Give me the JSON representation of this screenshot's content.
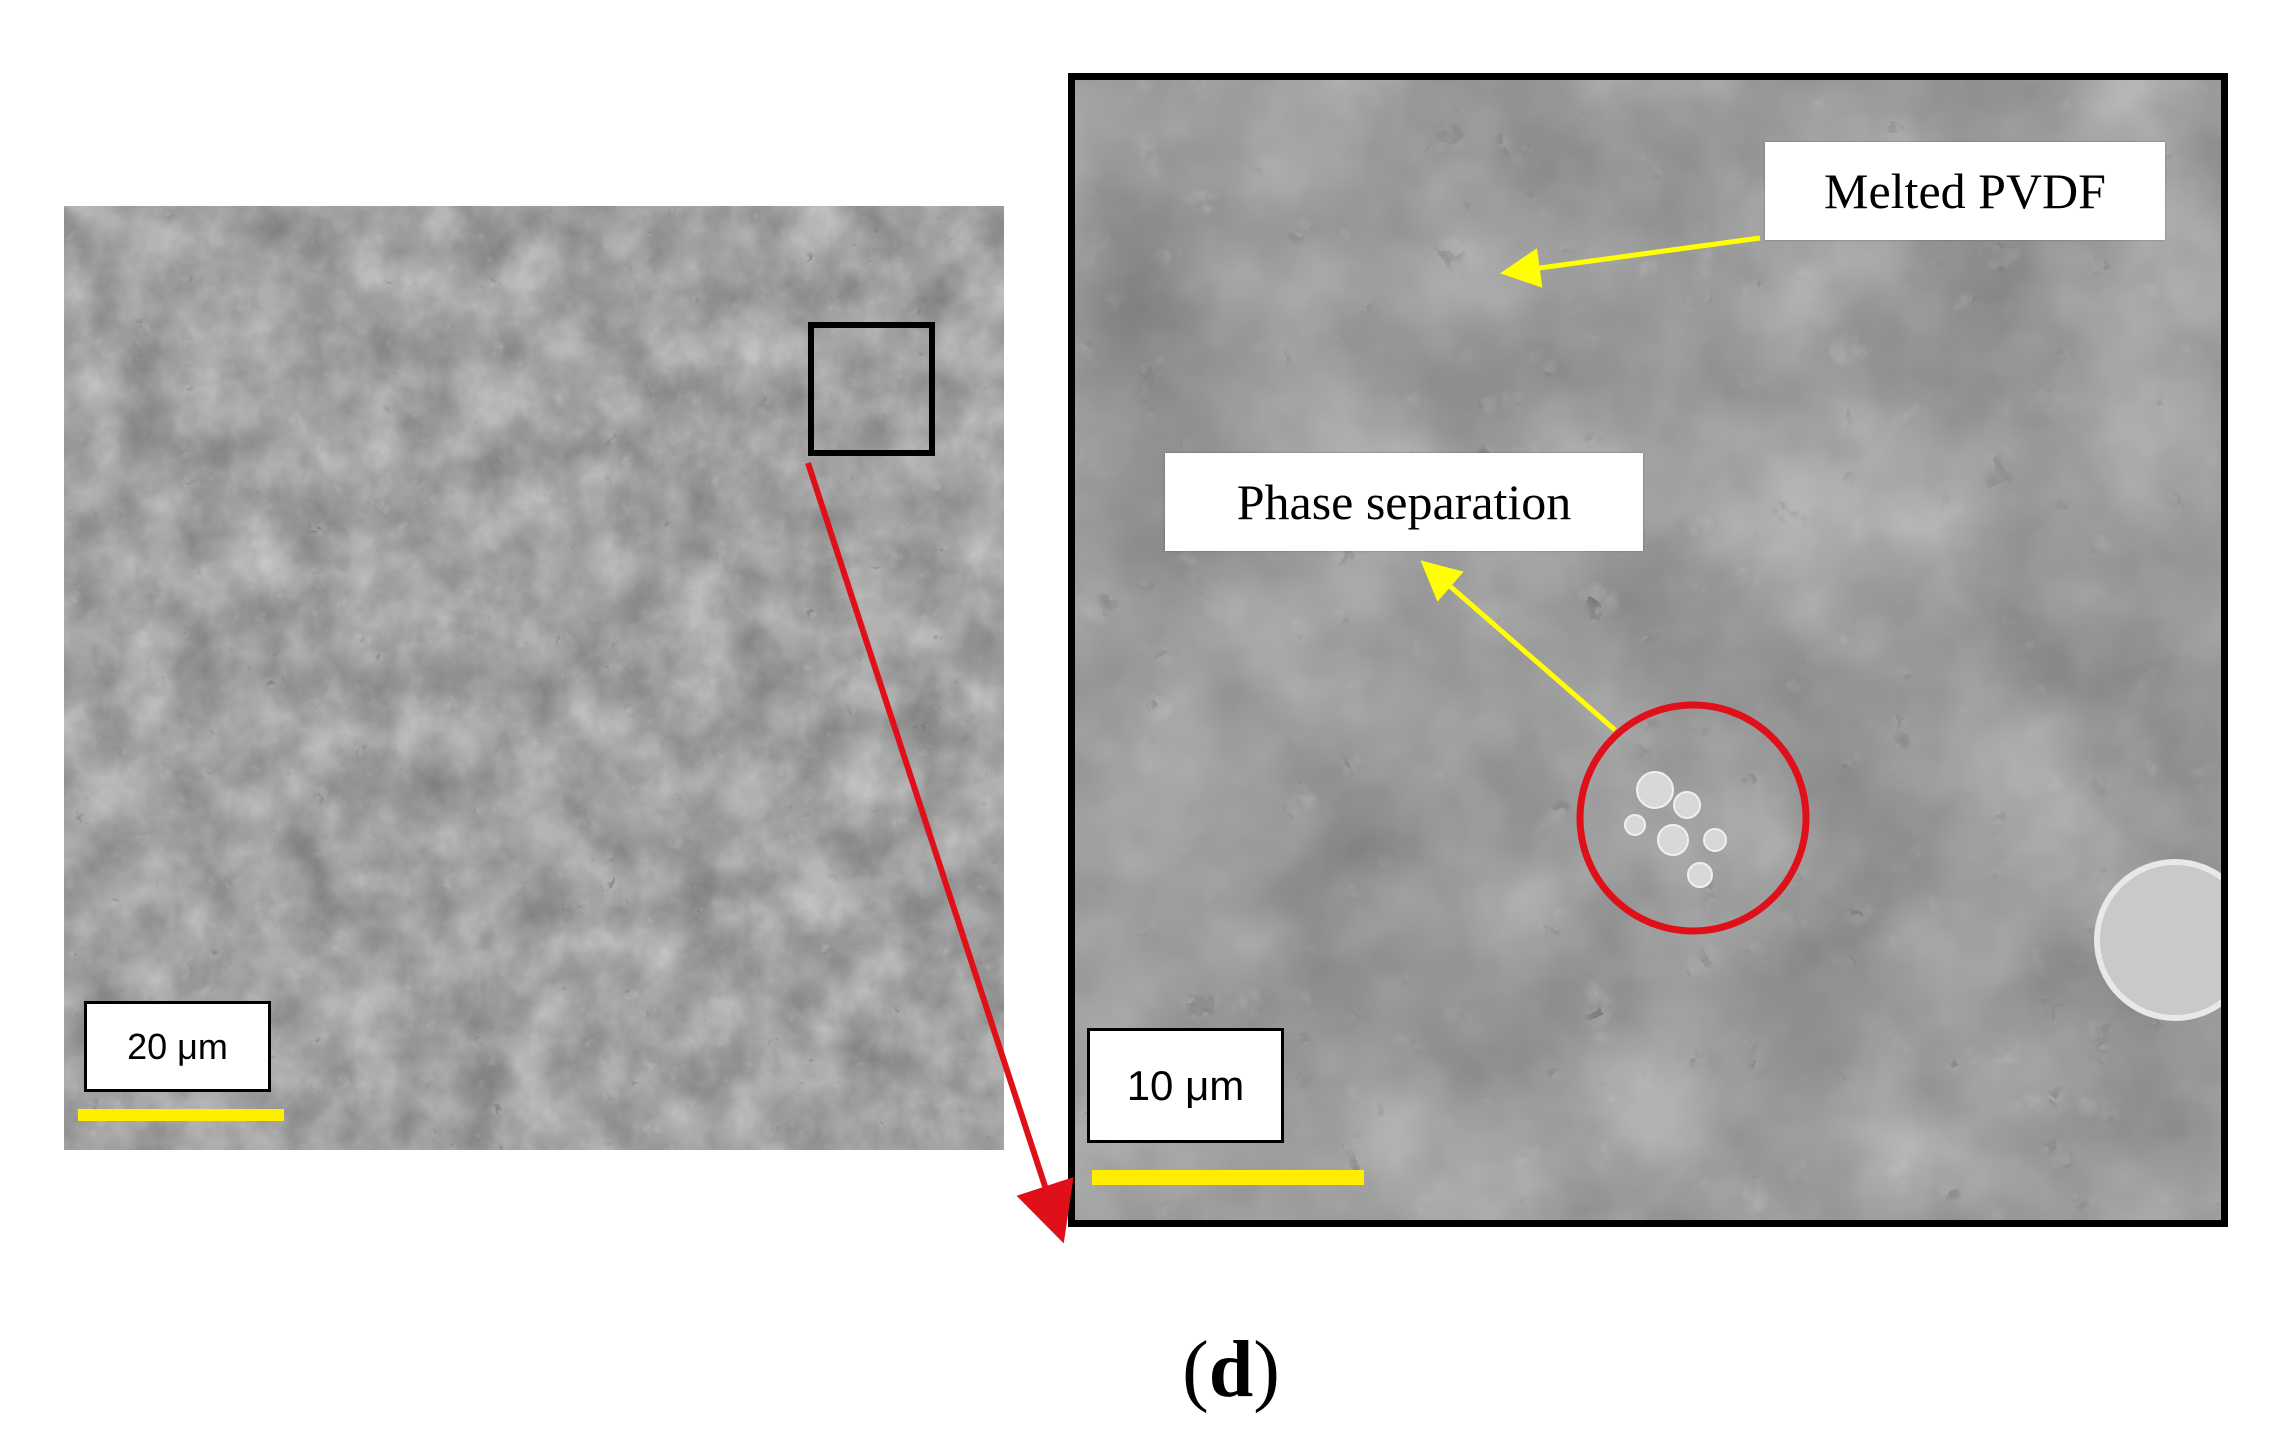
{
  "left_panel": {
    "scale_label": "20 μm",
    "scale_bar_color": "#ffee00",
    "inset_box_color": "#000000"
  },
  "right_panel": {
    "scale_label": "10 μm",
    "scale_bar_color": "#ffee00",
    "annotations": {
      "melted": "Melted PVDF",
      "phase": "Phase separation"
    },
    "arrow_color": "#ffff00",
    "circle_color": "#e0101a"
  },
  "zoom_arrow_color": "#e0101a",
  "figure_label": {
    "open": "(",
    "letter": "d",
    "close": ")"
  }
}
